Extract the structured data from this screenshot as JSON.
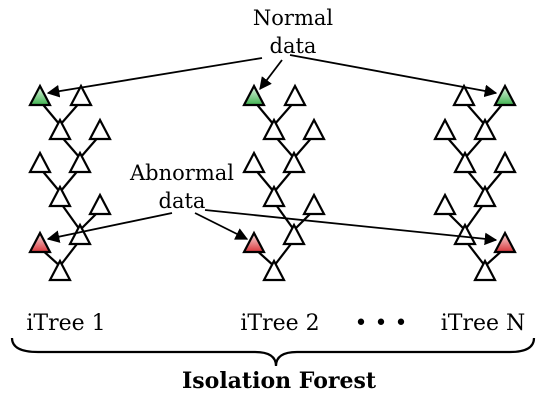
{
  "labels": {
    "normal_line1": "Normal",
    "normal_line2": "data",
    "abnormal_line1": "Abnormal",
    "abnormal_line2": "data",
    "tree1": "iTree 1",
    "tree2": "iTree 2",
    "ellipsis": "• • •",
    "treeN": "iTree N",
    "forest": "Isolation Forest"
  },
  "colors": {
    "node_fill": "#ffffff",
    "normal_node": "#3fb34f",
    "abnormal_node": "#d9353a",
    "stroke": "#000000"
  },
  "trees": [
    {
      "name": "iTree 1",
      "normal_leaf": "top-left",
      "abnormal_leaf": "bottom-left"
    },
    {
      "name": "iTree 2",
      "normal_leaf": "top-left",
      "abnormal_leaf": "bottom-left"
    },
    {
      "name": "iTree N",
      "normal_leaf": "top-right",
      "abnormal_leaf": "bottom-right"
    }
  ]
}
